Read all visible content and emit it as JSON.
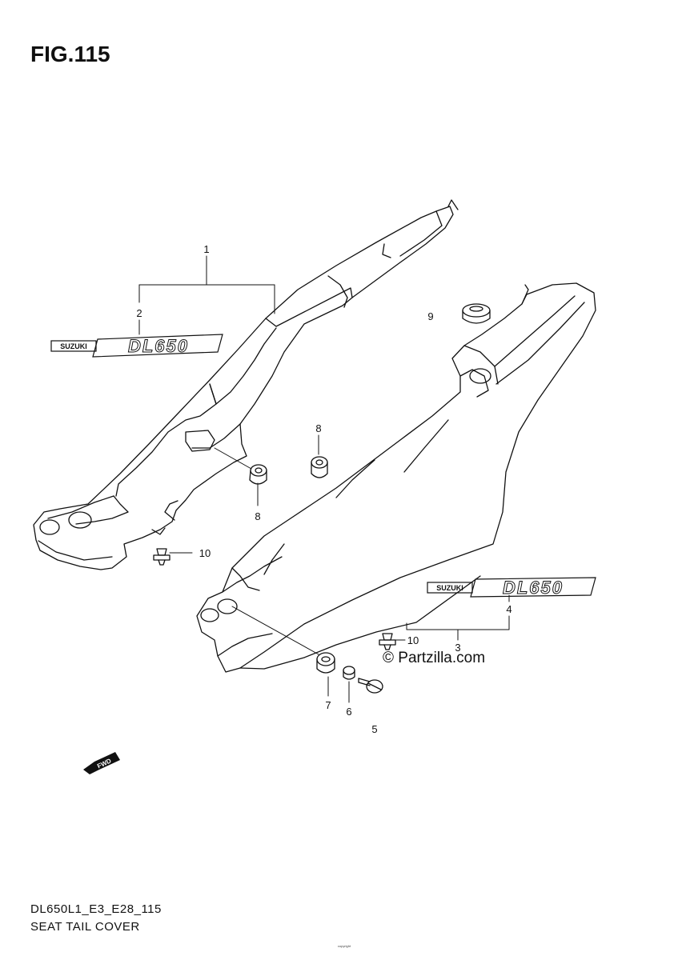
{
  "figure": {
    "title": "FIG.115",
    "code": "DL650L1_E3_E28_115",
    "name": "SEAT TAIL COVER",
    "watermark": "© Partzilla.com",
    "fwd_label": "FWD",
    "decal_brand": "SUZUKI",
    "decal_model": "DL650",
    "fine_print": "copyright"
  },
  "callouts": {
    "c1": "1",
    "c2": "2",
    "c3": "3",
    "c4": "4",
    "c5": "5",
    "c6": "6",
    "c7": "7",
    "c8a": "8",
    "c8b": "8",
    "c9": "9",
    "c10a": "10",
    "c10b": "10"
  },
  "colors": {
    "line": "#111111",
    "paper": "#ffffff"
  }
}
